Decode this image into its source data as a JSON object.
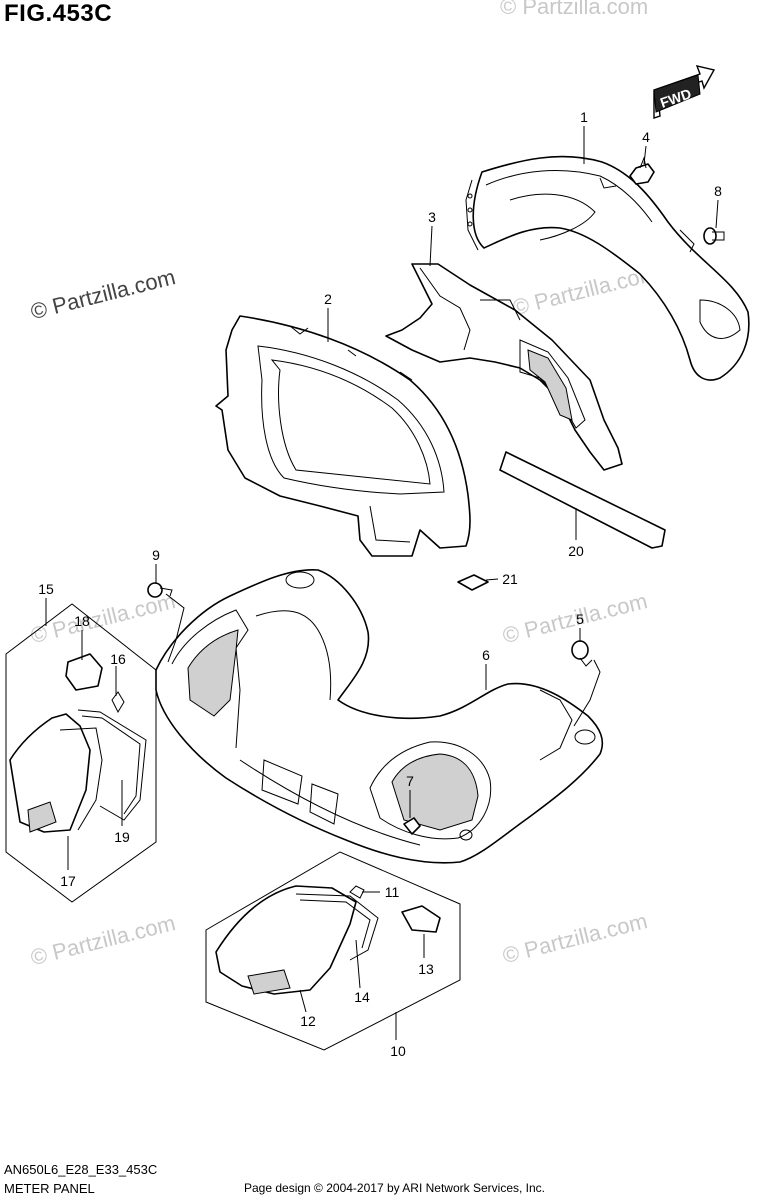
{
  "figure": {
    "title": "FIG.453C",
    "code": "AN650L6_E28_E33_453C",
    "name": "METER PANEL",
    "copyright": "Page design © 2004-2017 by ARI Network Services, Inc."
  },
  "fwd_arrow": {
    "label": "FWD"
  },
  "watermark": {
    "text": "© Partzilla.com"
  },
  "callouts": [
    {
      "id": "c1",
      "label": "1"
    },
    {
      "id": "c2",
      "label": "2"
    },
    {
      "id": "c3",
      "label": "3"
    },
    {
      "id": "c4",
      "label": "4"
    },
    {
      "id": "c5",
      "label": "5"
    },
    {
      "id": "c6",
      "label": "6"
    },
    {
      "id": "c7",
      "label": "7"
    },
    {
      "id": "c8",
      "label": "8"
    },
    {
      "id": "c9",
      "label": "9"
    },
    {
      "id": "c10",
      "label": "10"
    },
    {
      "id": "c11",
      "label": "11"
    },
    {
      "id": "c12",
      "label": "12"
    },
    {
      "id": "c13",
      "label": "13"
    },
    {
      "id": "c14",
      "label": "14"
    },
    {
      "id": "c15",
      "label": "15"
    },
    {
      "id": "c16",
      "label": "16"
    },
    {
      "id": "c17",
      "label": "17"
    },
    {
      "id": "c18",
      "label": "18"
    },
    {
      "id": "c19",
      "label": "19"
    },
    {
      "id": "c20",
      "label": "20"
    },
    {
      "id": "c21",
      "label": "21"
    }
  ]
}
